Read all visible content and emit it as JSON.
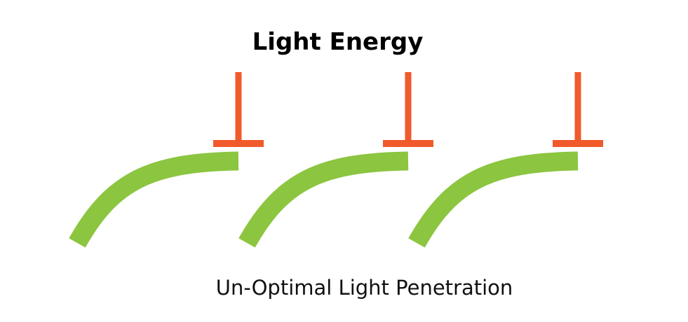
{
  "title": "Light Energy",
  "caption": "Un-Optimal Light Penetration",
  "colors": {
    "light_ray": "#F15A2B",
    "leaf": "#8CC540",
    "text": "#000000",
    "background": "#FFFFFF"
  },
  "elements": {
    "light_rays": [
      {
        "name": "light-ray-1",
        "icon": "t-shaped-light-bar"
      },
      {
        "name": "light-ray-2",
        "icon": "t-shaped-light-bar"
      },
      {
        "name": "light-ray-3",
        "icon": "t-shaped-light-bar"
      }
    ],
    "leaves": [
      {
        "name": "leaf-1",
        "icon": "curved-leaf"
      },
      {
        "name": "leaf-2",
        "icon": "curved-leaf"
      },
      {
        "name": "leaf-3",
        "icon": "curved-leaf"
      }
    ]
  }
}
